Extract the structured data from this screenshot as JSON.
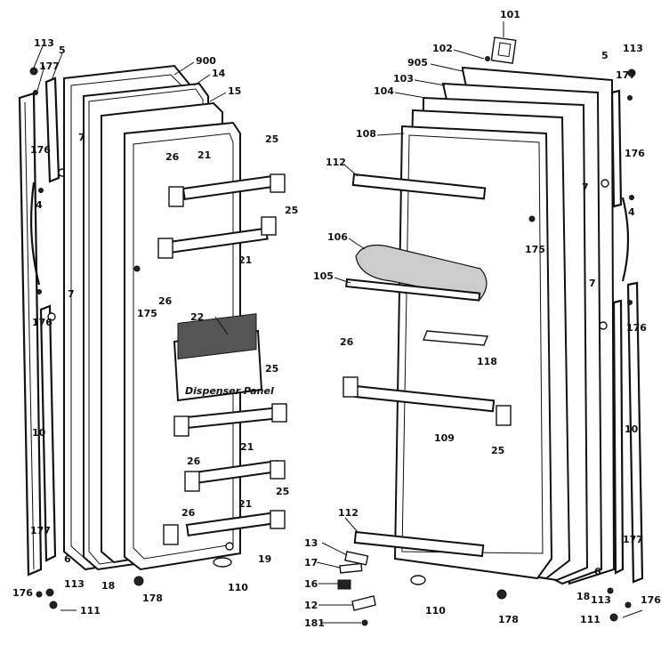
{
  "labels": {
    "l113a": "113",
    "l5a": "5",
    "l177a": "177",
    "l900": "900",
    "l14": "14",
    "l15": "15",
    "l7a": "7",
    "l176a": "176",
    "l26a": "26",
    "l21a": "21",
    "l25a": "25",
    "l4a": "4",
    "l25b": "25",
    "l21b": "21",
    "l175a": "175",
    "l26b": "26",
    "l7b": "7",
    "l176b": "176",
    "l22": "22",
    "l25c": "25",
    "l21c": "21",
    "l26c": "26",
    "l25d": "25",
    "l26d": "26",
    "l21d": "21",
    "l10a": "10",
    "l177b": "177",
    "l6a": "6",
    "l176c": "176",
    "l113b": "113",
    "l111a": "111",
    "l18a": "18",
    "l178a": "178",
    "l110a": "110",
    "l19": "19",
    "l101": "101",
    "l102": "102",
    "l905": "905",
    "l103": "103",
    "l104": "104",
    "l108": "108",
    "l112a": "112",
    "l106": "106",
    "l105": "105",
    "l175b": "175",
    "l118": "118",
    "l26e": "26",
    "l109": "109",
    "l25e": "25",
    "l112b": "112",
    "l13": "13",
    "l17": "17",
    "l16": "16",
    "l12": "12",
    "l181": "181",
    "l110b": "110",
    "l178b": "178",
    "l5b": "5",
    "l113c": "113",
    "l177c": "177",
    "l7c": "7",
    "l176d": "176",
    "l4b": "4",
    "l7d": "7",
    "l176e": "176",
    "l10b": "10",
    "l177d": "177",
    "l6b": "6",
    "l18b": "18",
    "l113d": "113",
    "l176f": "176",
    "l111b": "111"
  },
  "dispenser_text": "Dispenser Panel"
}
